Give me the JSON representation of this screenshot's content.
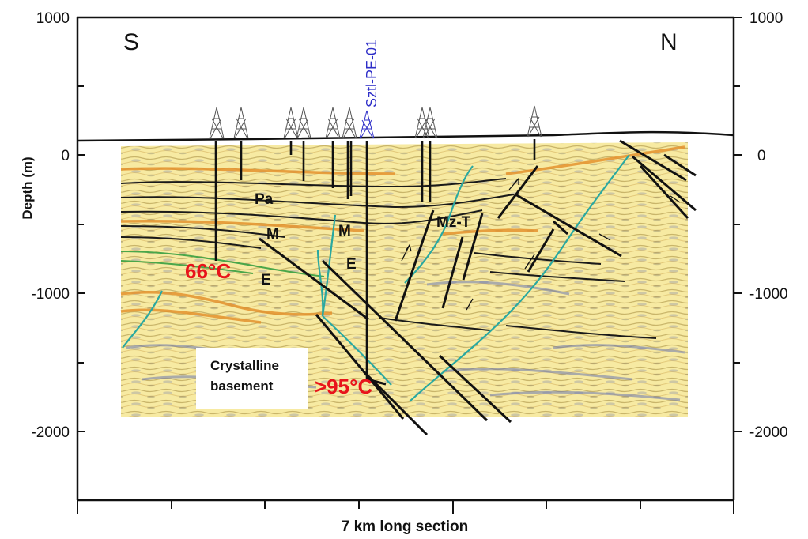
{
  "figure": {
    "y_axis_label": "Depth (m)",
    "x_axis_label": "7 km long section",
    "left_direction": "S",
    "right_direction": "N",
    "y_ticks_left": [
      "1000",
      "0",
      "-1000",
      "-2000"
    ],
    "y_ticks_right": [
      "1000",
      "0",
      "-1000",
      "-2000"
    ],
    "y_range": [
      -2500,
      1000
    ],
    "well_name": "Sztl-PE-01",
    "unit_labels": [
      "Pa",
      "M",
      "M",
      "E",
      "E",
      "Mz-T"
    ],
    "temperature_labels": [
      "66°C",
      ">95°C"
    ],
    "basement_label_line1": "Crystalline",
    "basement_label_line2": "basement"
  },
  "colors": {
    "seismic_background": "#f7eaa2",
    "reflector_dark": "#1a1a1a",
    "reflector_orange": "#e4922e",
    "fault_cyan": "#2aa8a0",
    "temperature": "#e8141b",
    "well_label": "#2e2ec8"
  }
}
